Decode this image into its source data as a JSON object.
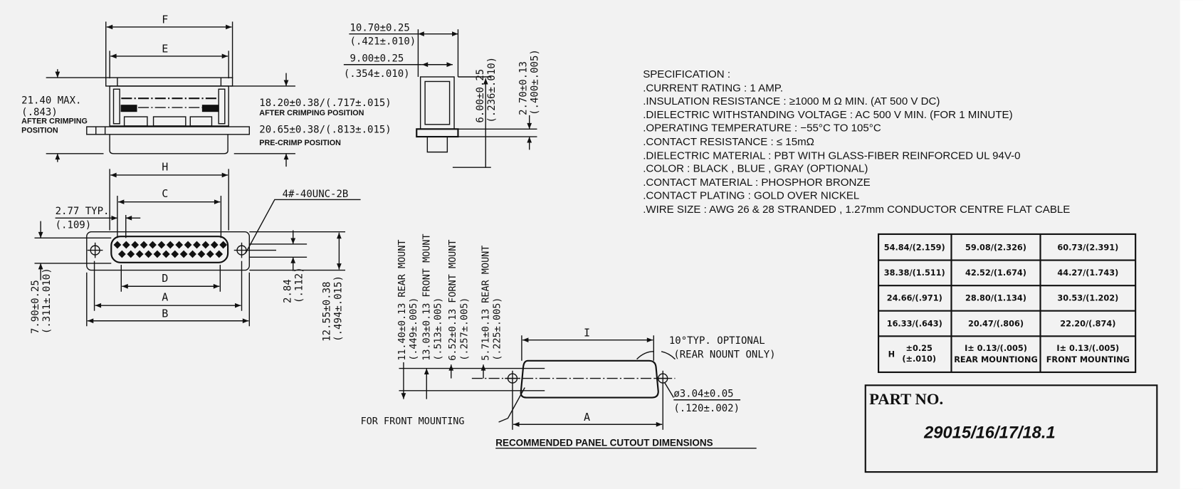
{
  "top_view": {
    "dim_f": "F",
    "dim_e": "E",
    "height_max": "21.40 MAX.",
    "height_max_in": "(.843)",
    "after_crimping": "AFTER CRIMPING",
    "position": "POSITION",
    "after_dim": "18.20±0.38/(.717±.015)",
    "after_label": "AFTER CRIMPING POSITION",
    "pre_dim": "20.65±0.38/(.813±.015)",
    "pre_label": "PRE-CRIMP POSITION"
  },
  "side_view": {
    "w1": "10.70±0.25",
    "w1_in": "(.421±.010)",
    "w2": "9.00±0.25",
    "w2_in": "(.354±.010)",
    "h1": "6.00±0.25",
    "h1_in": "(.236±.010)",
    "h2": "2.70±0.13",
    "h2_in": "(.400±.005)"
  },
  "face_view": {
    "dim_h": "H",
    "dim_c": "C",
    "dim_d": "D",
    "dim_a": "A",
    "dim_b": "B",
    "pitch": "2.77 TYP.",
    "pitch_in": "(.109)",
    "thread": "4#-40UNC-2B",
    "v1": "7.90±0.25",
    "v1_in": "(.311±.010)",
    "v2": "2.84",
    "v2_in": "(.112)",
    "v3": "12.55±0.38",
    "v3_in": "(.494±.015)"
  },
  "cutout": {
    "d1": "11.40±0.13 REAR MOUNT",
    "d1_in": "(.449±.005)",
    "d2": "13.03±0.13 FRONT MOUNT",
    "d2_in": "(.513±.005)",
    "d3": "6.52±0.13 FORNT MOUNT",
    "d3_in": "(.257±.005)",
    "d4": "5.71±0.13 REAR MOUNT",
    "d4_in": "(.225±.005)",
    "dim_i": "I",
    "dim_a": "A",
    "angle": "10°TYP. OPTIONAL",
    "angle_note": "(REAR NOUNT ONLY)",
    "hole": "ø3.04±0.05",
    "hole_in": "(.120±.002)",
    "front_mounting": "FOR FRONT MOUNTING",
    "title": "RECOMMENDED PANEL CUTOUT DIMENSIONS"
  },
  "specification": {
    "title": "SPECIFICATION :",
    "lines": [
      ".CURRENT RATING : 1 AMP.",
      ".INSULATION RESISTANCE : ≥1000 M Ω  MIN. (AT 500 V DC)",
      ".DIELECTRIC WITHSTANDING VOLTAGE : AC 500 V MIN. (FOR 1 MINUTE)",
      ".OPERATING TEMPERATURE : −55°C TO 105°C",
      ".CONTACT RESISTANCE : ≤ 15mΩ",
      ".DIELECTRIC MATERIAL : PBT WITH GLASS-FIBER REINFORCED UL 94V-0",
      ".COLOR : BLACK , BLUE , GRAY (OPTIONAL)",
      ".CONTACT MATERIAL : PHOSPHOR BRONZE",
      ".CONTACT PLATING : GOLD OVER NICKEL",
      ".WIRE SIZE : AWG 26 & 28 STRANDED , 1.27mm CONDUCTOR CENTRE FLAT CABLE"
    ]
  },
  "table": {
    "rows": [
      [
        "54.84/(2.159)",
        "59.08/(2.326)",
        "60.73/(2.391)"
      ],
      [
        "38.38/(1.511)",
        "42.52/(1.674)",
        "44.27/(1.743)"
      ],
      [
        "24.66/(.971)",
        "28.80/(1.134)",
        "30.53/(1.202)"
      ],
      [
        "16.33/(.643)",
        "20.47/(.806)",
        "22.20/(.874)"
      ]
    ],
    "footer": {
      "h_label": "H",
      "h_tol": "±0.25",
      "h_tol_in": "(±.010)",
      "i_rear": "I± 0.13/(.005)",
      "rear_label": "REAR MOUNTIONG",
      "i_front": "I± 0.13/(.005)",
      "front_label": "FRONT MOUNTING"
    }
  },
  "part": {
    "label": "PART NO.",
    "number": "29015/16/17/18.1"
  }
}
